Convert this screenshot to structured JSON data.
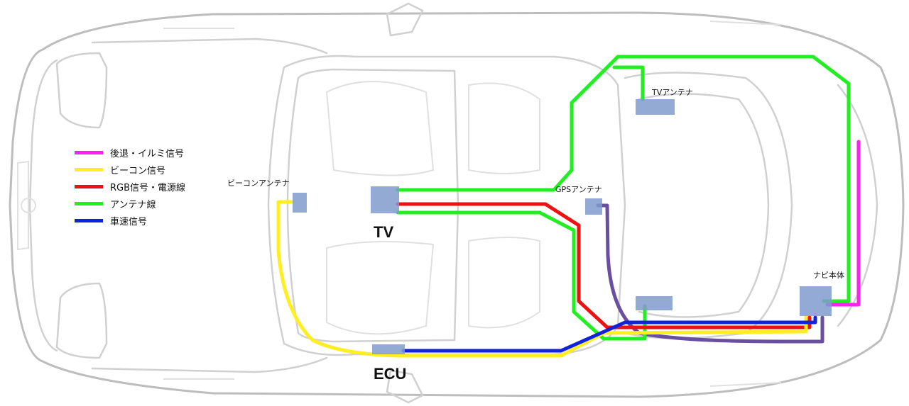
{
  "legend": [
    {
      "label": "後退・イルミ信号",
      "color": "#ff22ee"
    },
    {
      "label": "ビーコン信号",
      "color": "#ffee22"
    },
    {
      "label": "RGB信号・電源線",
      "color": "#ee1111"
    },
    {
      "label": "アンテナ線",
      "color": "#22ee22"
    },
    {
      "label": "車速信号",
      "color": "#1122dd"
    }
  ],
  "components": {
    "beacon_antenna": "ビーコンアンテナ",
    "tv": "TV",
    "gps_antenna": "GPSアンテナ",
    "tv_antenna": "TVアンテナ",
    "navi_unit": "ナビ本体",
    "ecu": "ECU"
  },
  "colors": {
    "component_box": "#7f9bcc",
    "harness_purple": "#6a4fa0",
    "car_outline": "#bdbdbd"
  }
}
